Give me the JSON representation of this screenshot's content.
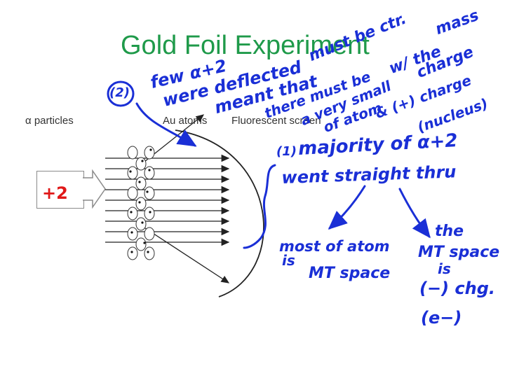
{
  "slide": {
    "title": "Gold Foil Experiment"
  },
  "diagram": {
    "alpha_label": "α particles",
    "foil_label": "Au atoms",
    "screen_label": "Fluorescent screen",
    "source_label": "+2"
  },
  "handwriting": {
    "color": "#1a2fd6",
    "marker_two": "(2)",
    "few_line1": "few α+2",
    "few_line2": "were deflected",
    "few_line3": "meant that",
    "conclusion_line1": "must be ctr.",
    "conclusion_line2": "mass",
    "conclusion_line3": "w/ the",
    "conclusion_line4": "charge",
    "conclusion_line5": "there must be",
    "conclusion_line6": "a very small",
    "conclusion_line7": "of atom",
    "conclusion_line8": "& (+) charge",
    "conclusion_line9": "(nucleus)",
    "marker_one": "(1)",
    "majority_line1": "majority of α+2",
    "majority_line2": "went straight thru",
    "result1_line1": "most of atom",
    "result1_line2": "is",
    "result1_line3": "MT space",
    "result2_line1": "the",
    "result2_line2": "MT space",
    "result2_line3": "is",
    "result2_line4": "(−) chg.",
    "result2_line5": "(e−)"
  }
}
